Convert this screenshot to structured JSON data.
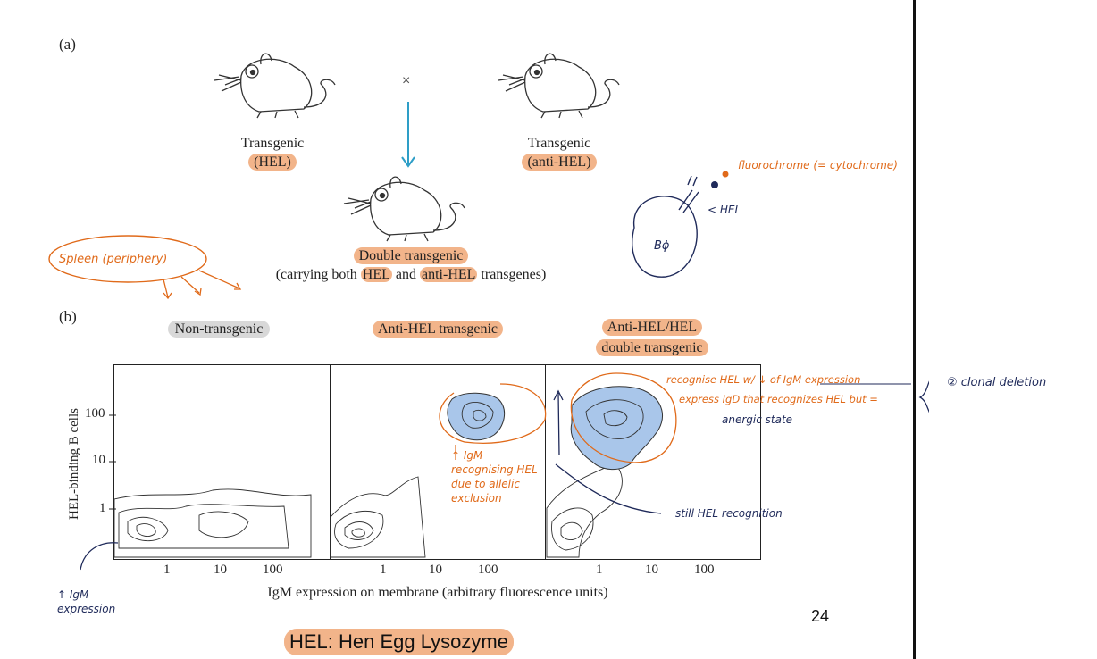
{
  "part_a": {
    "label": "(a)",
    "cross_symbol": "×",
    "mouse_left": {
      "line1": "Transgenic",
      "line2": "(HEL)"
    },
    "mouse_right": {
      "line1": "Transgenic",
      "line2": "(anti-HEL)"
    },
    "offspring": {
      "line1": "Double transgenic",
      "line2_pre": "(carrying both ",
      "line2_hel": "HEL",
      "line2_mid": " and ",
      "line2_anti": "anti-HEL",
      "line2_post": " transgenes)"
    }
  },
  "part_b": {
    "label": "(b)",
    "panel_titles": [
      "Non-transgenic",
      "Anti-HEL transgenic",
      "Anti-HEL/HEL",
      "double transgenic"
    ],
    "y_axis_label": "HEL-binding B cells",
    "y_ticks": [
      "100",
      "10",
      "1"
    ],
    "x_ticks": [
      "1",
      "10",
      "100"
    ],
    "x_axis_label": "IgM expression on membrane (arbitrary fluorescence units)"
  },
  "page_number": "24",
  "footer_note": "HEL: Hen Egg Lysozyme",
  "annotations": {
    "spleen": "Spleen (periphery)",
    "fluorochrome": "fluorochrome (= cytochrome)",
    "hel_arrow": "< HEL",
    "cell": "Bϕ",
    "igm_recognising": [
      "↑ IgM",
      "recognising HEL",
      "due to allelic",
      "exclusion"
    ],
    "recognise_hel": [
      "recognise HEL w/ ↓ of IgM expression",
      "express IgD that recognizes HEL but ="
    ],
    "anergic": "anergic state",
    "clonal_deletion": "② clonal deletion",
    "still_hel": "still HEL recognition",
    "igm_expression": [
      "↑ IgM",
      "expression"
    ]
  },
  "colors": {
    "highlight_orange": "#f2b48a",
    "highlight_grey": "#d8d8d8",
    "contour_fill": "#a9c6ea",
    "ink_orange": "#e06a1a",
    "ink_navy": "#1f2a5a"
  }
}
